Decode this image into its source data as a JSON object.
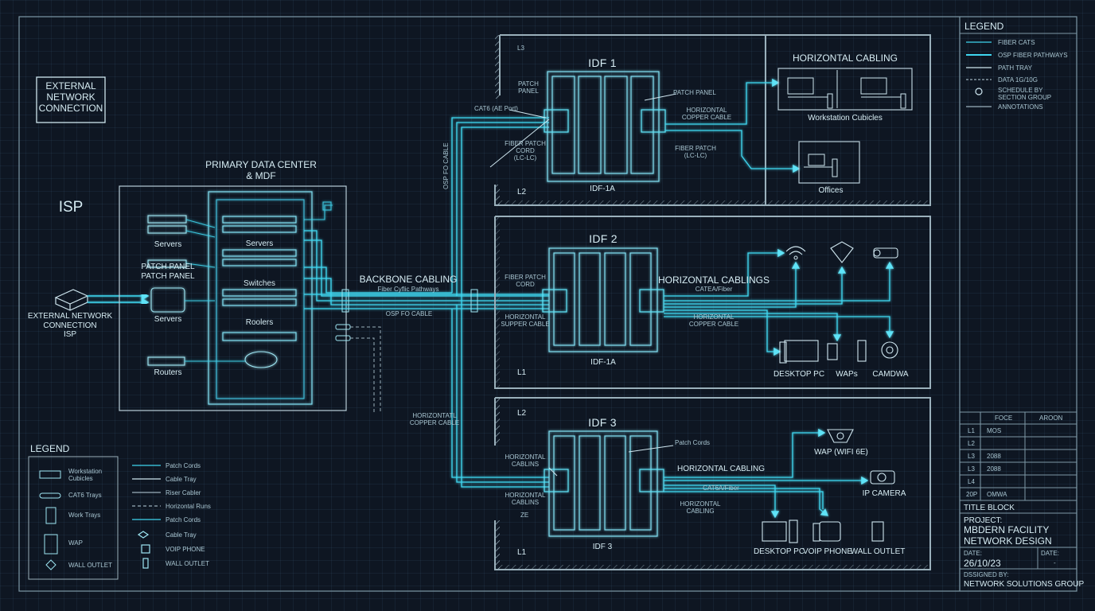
{
  "external": {
    "box_label": "EXTERNAL\nNETWORK\nCONNECTION",
    "isp": "ISP",
    "router_label": "EXTERNAL NETWORK\nCONNECTION\nISP"
  },
  "mdf": {
    "title": "PRIMARY DATA CENTER\n& MDF",
    "left_servers": "Servers",
    "left_patch": "PATCH PANEL\nPATCH PANEL",
    "left_servers2": "Servers",
    "left_routers": "Routers",
    "rack_servers": "Servers",
    "rack_switches": "Switches",
    "rack_routers": "Roolers"
  },
  "backbone": {
    "label": "BACKBONE CABLING",
    "sub": "Fiber Cyflic Pathways",
    "osp": "OSP FO CABLE",
    "vertical": "OSP FO CABLE",
    "horiz_copper": "HORIZONTATL\nCOPPER CABLE"
  },
  "idf1": {
    "title": "IDF 1",
    "sub": "IDF-1A",
    "level": "L2",
    "patch_left": "PATCH\nPANEL",
    "patch_right": "PATCH PANEL",
    "cat6": "CAT6 (AE Port)",
    "fiber_patch": "FIBER PATCH\nCORD\n(LC-LC)",
    "fiber_patch_right": "FIBER PATCH\n(LC-LC)",
    "horiz_copper": "HORIZONTAL\nCOPPER CABLE",
    "horizontal_cabling": "HORIZONTAL CABLING",
    "workstation": "Workstation Cubicles",
    "offices": "Offices",
    "corner": "L3"
  },
  "idf2": {
    "title": "IDF 2",
    "sub": "IDF-1A",
    "level": "L1",
    "fiber_patch": "FIBER PATCH\nCORD",
    "horiz_left": "HORIZONTAL\nSUPPER CABLE",
    "horizontal_cabling": "HORIZONTAL CABLINGS",
    "cat6": "CATEA/Fiber",
    "horiz_copper": "HORIZONTAL\nCOPPER CABLE",
    "devices": [
      "DESKTOP PC",
      "WAPs",
      "CAMDWA"
    ]
  },
  "idf3": {
    "title": "IDF 3",
    "sub": "IDF 3",
    "level_top": "L2",
    "level_bottom": "L1",
    "horiz_left": "HORIZONTAL\nCABLINS",
    "horiz_left2": "HORIZONTAL\nCABLINS",
    "z": "ZE",
    "patch_cords": "Patch Cords",
    "horizontal_cabling": "HORIZONTAL CABLING",
    "cat6": "CAT6A/Fiber",
    "horiz_copper": "HORIZONTAL\nCABLING",
    "wap": "WAP (WIFI 6E)",
    "ip_camera": "IP CAMERA",
    "devices": [
      "DESKTOP PC",
      "VOIP PHONE",
      "WALL OUTLET"
    ]
  },
  "legend_left": {
    "title": "LEGEND",
    "icons": [
      "Workstation\nCubicles",
      "CAT6 Trays",
      "Work Trays",
      "WAP",
      "WALL OUTLET"
    ],
    "lines": [
      "Patch Cords",
      "Cable Tray",
      "Riser Cabler",
      "Horizontal Runs",
      "Patch Cords",
      "Cable Tray",
      "VOIP PHONE",
      "WALL OUTLET"
    ]
  },
  "legend_right": {
    "title": "LEGEND",
    "items": [
      "FIBER CATS",
      "OSP FIBER PATHWAYS",
      "PATH TRAY",
      "DATA 1G/10G",
      "SCHEDULE BY\nSECTION GROUP",
      "ANNOTATIONS"
    ]
  },
  "title_block": {
    "headers": [
      "FOCE",
      "AROON"
    ],
    "rows": [
      [
        "L1",
        "MOS"
      ],
      [
        "L2",
        ""
      ],
      [
        "L3",
        "2088"
      ],
      [
        "L3",
        "2088"
      ],
      [
        "L4",
        ""
      ],
      [
        "20P",
        "OMWA"
      ]
    ],
    "label": "TITLE BLOCK",
    "project_label": "PROJECT:",
    "project": "MBDERN FACILITY\nNETWORK DESIGN",
    "date_label": "DATE:",
    "date": "26/10/23",
    "date_label2": "DATE:",
    "date2": "-",
    "designed_label": "DSSIGNED BY:",
    "designed": "NETWORK SOLUTIONS GROUP"
  },
  "colors": {
    "bg": "#0e1622",
    "wire": "#3fd6ef",
    "wall": "#8ea9b6",
    "text": "#d6ecf3"
  }
}
